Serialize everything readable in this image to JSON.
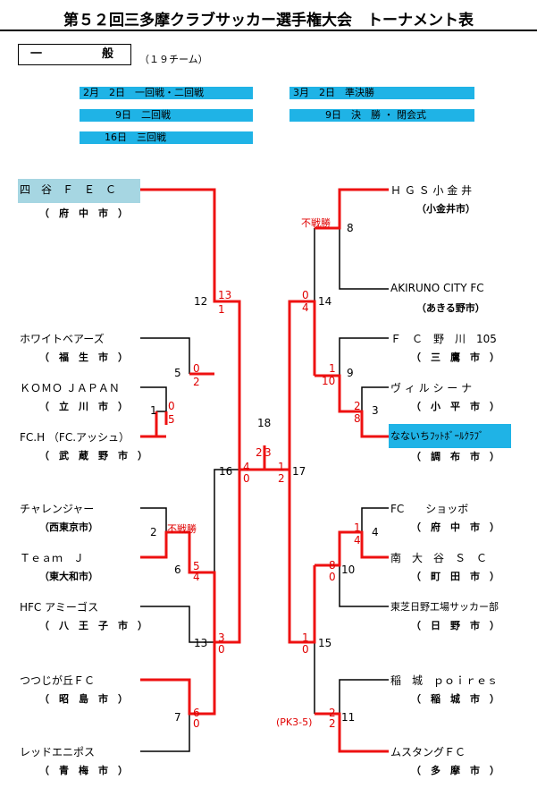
{
  "title": "第５２回三多摩クラブサッカー選手権大会　トーナメント表",
  "category": {
    "label_left": "一",
    "label_right": "般",
    "team_count": "（１９チーム）"
  },
  "schedule": [
    "2月　2日　一回戦・二回戦",
    "9日　二回戦",
    "16日　三回戦",
    "3月　2日　準決勝",
    "9日　決　勝 ・ 閉会式"
  ],
  "left_teams": [
    {
      "name": "四　谷　Ｆ　Ｅ　Ｃ",
      "city": "（　府　中　市　）"
    },
    {
      "name": "ホワイトベアーズ",
      "city": "（　福　生　市　）"
    },
    {
      "name": "ＫＯＭＯ ＪＡＰＡＮ",
      "city": "（　立　川　市　）"
    },
    {
      "name": "FC.H （FC.アッシュ）",
      "city": "（　武　蔵　野　市　）"
    },
    {
      "name": "チャレンジャー",
      "city": "（西東京市）"
    },
    {
      "name": "Ｔｅａｍ　Ｊ",
      "city": "（東大和市）"
    },
    {
      "name": "HFC アミーゴス",
      "city": "（　八　王　子　市　）"
    },
    {
      "name": "つつじが丘ＦＣ",
      "city": "（　昭　島　市　）"
    },
    {
      "name": "レッドエニポス",
      "city": "（　青　梅　市　）"
    }
  ],
  "right_teams": [
    {
      "name": "Ｈ Ｇ Ｓ 小 金 井",
      "city": "（小金井市）"
    },
    {
      "name": "AKIRUNO CITY FC",
      "city": "（あきる野市）"
    },
    {
      "name": "Ｆ　Ｃ　野　川　105",
      "city": "（　三　鷹　市　）"
    },
    {
      "name": "ヴ ィ ル シ ー ナ",
      "city": "（　小　平　市　）"
    },
    {
      "name": "なないちﾌｯﾄﾎﾞｰﾙｸﾗﾌﾞ",
      "city": "（　調　布　市　）"
    },
    {
      "name": "FC　　ショッボ",
      "city": "（　府　中　市　）"
    },
    {
      "name": "南　大　谷　Ｓ　Ｃ",
      "city": "（　町　田　市　）"
    },
    {
      "name": "東芝日野工場サッカー部",
      "city": "（　日　野　市　）"
    },
    {
      "name": "稲　城　ｐｏｉｒｅｓ",
      "city": "（　稲　城　市　）"
    },
    {
      "name": "ムスタングＦＣ",
      "city": "（　多　摩　市　）"
    }
  ],
  "match_numbers": [
    "1",
    "2",
    "5",
    "6",
    "7",
    "12",
    "13",
    "16",
    "18",
    "17",
    "14",
    "15",
    "3",
    "4",
    "8",
    "9",
    "10",
    "11"
  ],
  "scores": [
    "13",
    "1",
    "0",
    "2",
    "0",
    "5",
    "5",
    "4",
    "3",
    "0",
    "6",
    "0",
    "4",
    "0",
    "2",
    "3",
    "1",
    "2",
    "0",
    "4",
    "1",
    "10",
    "2",
    "8",
    "1",
    "4",
    "8",
    "0",
    "1",
    "0",
    "2",
    "2"
  ],
  "notes": {
    "walkover": "不戦勝",
    "pk": "(PK3-5)"
  },
  "colors": {
    "win_line": "#ee1111",
    "normal_line": "#000000",
    "schedule_bar": "#1fb3e6",
    "score_text": "#e00000"
  }
}
